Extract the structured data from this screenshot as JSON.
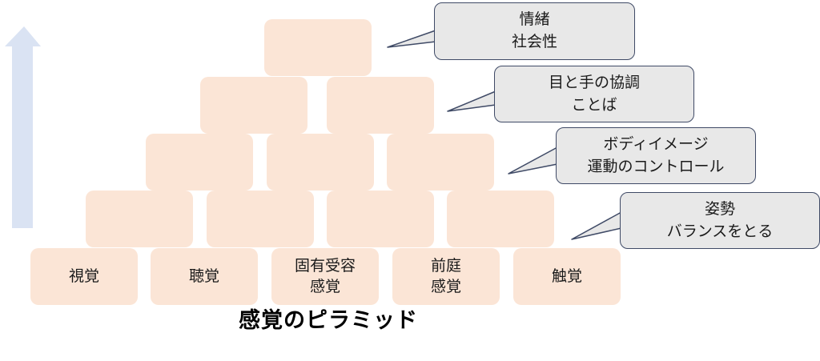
{
  "diagram": {
    "title": "感覚のピラミッド",
    "block_fill": "#fbe5d6",
    "bubble_fill": "#e8e8e8",
    "bubble_border": "#3f4a66",
    "arrow_fill": "#dae3f3",
    "base_blocks": [
      {
        "label": "視覚"
      },
      {
        "label": "聴覚"
      },
      {
        "label": "固有受容\n感覚"
      },
      {
        "label": "前庭\n感覚"
      },
      {
        "label": "触覚"
      }
    ],
    "callouts": [
      {
        "text": "情緒\n社会性"
      },
      {
        "text": "目と手の協調\nことば"
      },
      {
        "text": "ボディイメージ\n運動のコントロール"
      },
      {
        "text": "姿勢\nバランスをとる"
      }
    ]
  }
}
